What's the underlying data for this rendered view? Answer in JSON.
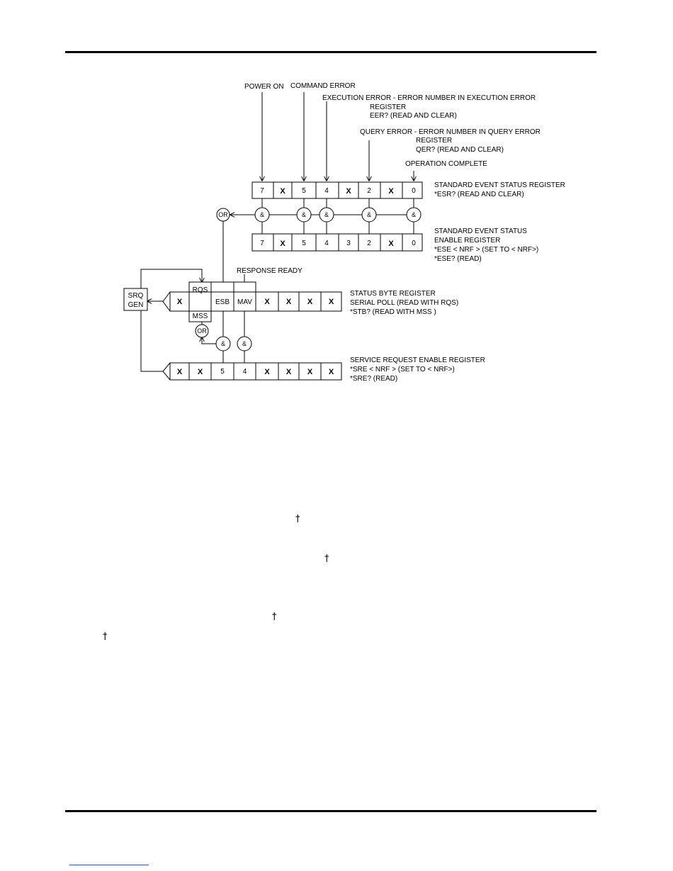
{
  "diagram": {
    "inputs": {
      "power_on": "POWER ON",
      "command_error": "COMMAND ERROR",
      "execution_error": "EXECUTION ERROR - ERROR NUMBER IN EXECUTION ERROR",
      "execution_error_2": "REGISTER",
      "execution_error_3": "EER? (READ AND CLEAR)",
      "query_error": "QUERY ERROR - ERROR NUMBER IN QUERY ERROR",
      "query_error_2": "REGISTER",
      "query_error_3": "QER? (READ AND CLEAR)",
      "operation_complete": "OPERATION COMPLETE",
      "response_ready": "RESPONSE READY"
    },
    "esr": {
      "label_1": "STANDARD EVENT STATUS REGISTER",
      "label_2": "*ESR? (READ AND CLEAR)",
      "cells": [
        "7",
        "X",
        "5",
        "4",
        "X",
        "2",
        "X",
        "0"
      ]
    },
    "ese": {
      "label_1": "STANDARD EVENT STATUS",
      "label_2": "ENABLE REGISTER",
      "label_3": "*ESE  < NRF > (SET TO < NRF>)",
      "label_4": "*ESE? (READ)",
      "cells": [
        "7",
        "X",
        "5",
        "4",
        "3",
        "2",
        "X",
        "0"
      ]
    },
    "stb": {
      "label_1": "STATUS BYTE REGISTER",
      "label_2": "SERIAL POLL (READ WITH RQS)",
      "label_3": "*STB?  (READ WITH MSS )",
      "cells": [
        "X",
        "RQS",
        "MSS",
        "ESB",
        "MAV",
        "X",
        "X",
        "X",
        "X"
      ]
    },
    "sre": {
      "label_1": "SERVICE REQUEST ENABLE REGISTER",
      "label_2": "*SRE  < NRF > (SET TO < NRF>)",
      "label_3": "*SRE? (READ)",
      "cells": [
        "X",
        "X",
        "5",
        "4",
        "X",
        "X",
        "X",
        "X"
      ]
    },
    "srq_gen_1": "SRQ",
    "srq_gen_2": "GEN",
    "gate_and": "&",
    "gate_or": "OR"
  },
  "markers": {
    "dagger": "†"
  }
}
